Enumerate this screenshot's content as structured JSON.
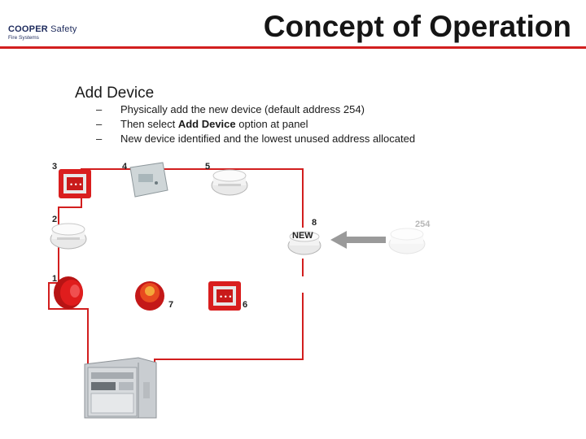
{
  "logo": {
    "brand_cooper": "COOPER",
    "brand_safety": "Safety",
    "subtitle": "Fire Systems"
  },
  "slide": {
    "title": "Concept of Operation"
  },
  "section": {
    "heading": "Add Device",
    "bullets": [
      {
        "dash": "–",
        "text": "Physically add the new device (default address 254)"
      },
      {
        "dash": "–",
        "pre": "Then select ",
        "bold": "Add Device",
        "post": " option at panel"
      },
      {
        "dash": "–",
        "text": "New device identified and the lowest unused address allocated"
      }
    ]
  },
  "loop": {
    "loop_color": "#d21e1e",
    "devices": [
      {
        "address": "1",
        "type": "sounder-icon"
      },
      {
        "address": "2",
        "type": "smoke-detector-icon"
      },
      {
        "address": "3",
        "type": "call-point-icon"
      },
      {
        "address": "4",
        "type": "interface-module-icon"
      },
      {
        "address": "5",
        "type": "smoke-detector-icon"
      },
      {
        "address": "6",
        "type": "call-point-icon"
      },
      {
        "address": "7",
        "type": "beacon-sounder-icon"
      },
      {
        "address": "8",
        "type": "smoke-detector-icon",
        "tag": "NEW"
      }
    ],
    "new_device": {
      "address": "254",
      "type": "smoke-detector-icon"
    },
    "panel": {
      "type": "control-panel-icon"
    }
  }
}
